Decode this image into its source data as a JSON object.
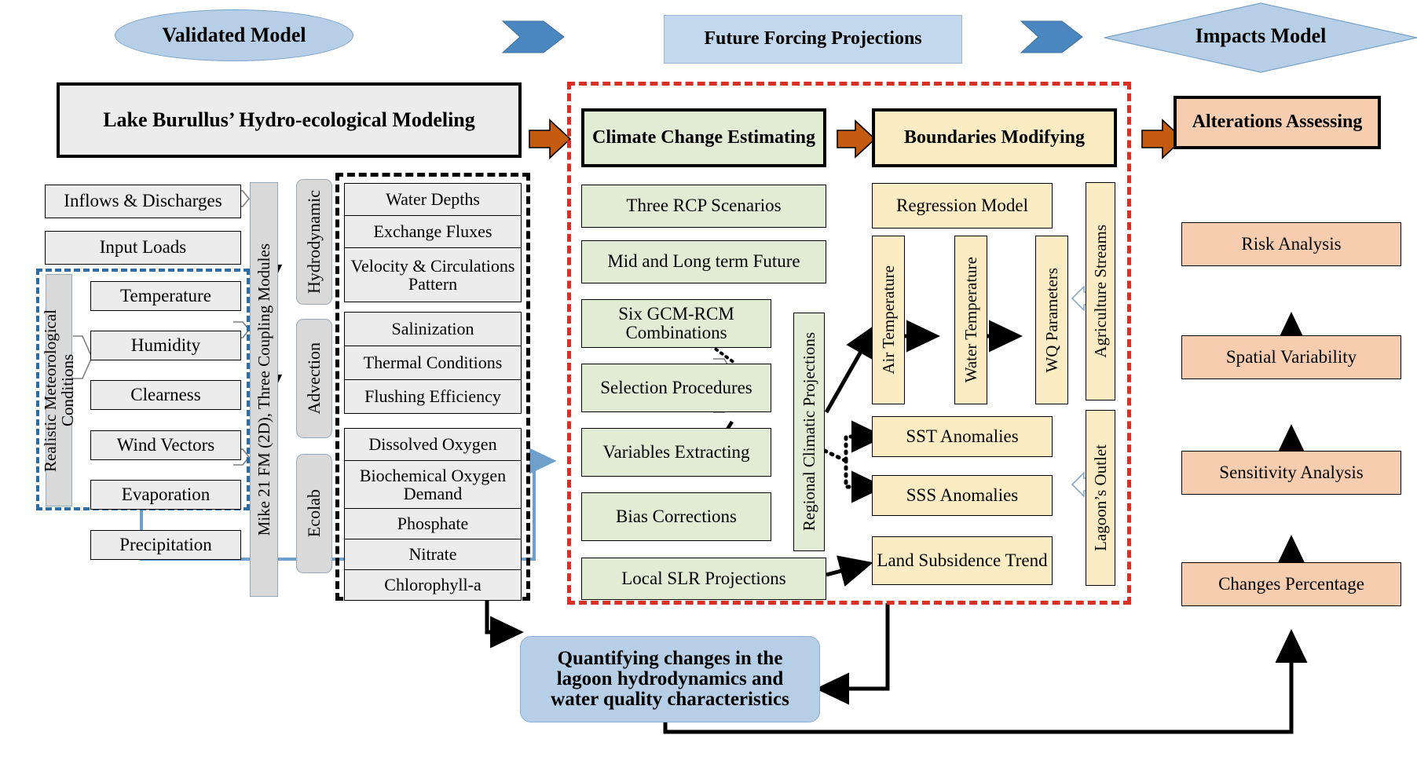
{
  "headers": {
    "validated_model": "Validated Model",
    "future_forcing": "Future Forcing Projections",
    "impacts_model": "Impacts Model"
  },
  "stage1": {
    "title": "Lake Burullus’ Hydro-ecological Modeling",
    "inputs": [
      {
        "label": "Inflows & Discharges"
      },
      {
        "label": "Input Loads"
      }
    ],
    "met_group_label": "Realistic Meteorological Conditions",
    "met_items": [
      {
        "label": "Temperature"
      },
      {
        "label": "Humidity"
      },
      {
        "label": "Clearness"
      },
      {
        "label": "Wind Vectors"
      },
      {
        "label": "Evaporation"
      },
      {
        "label": "Precipitation"
      }
    ],
    "engine_label": "Mike 21 FM (2D), Three Coupling Modules",
    "modules": [
      {
        "label": "Hydrodynamic"
      },
      {
        "label": "Advection"
      },
      {
        "label": "Ecolab"
      }
    ],
    "outputs_group1": [
      {
        "label": "Water Depths"
      },
      {
        "label": "Exchange Fluxes"
      },
      {
        "label": "Velocity & Circulations Pattern"
      }
    ],
    "outputs_group2": [
      {
        "label": "Salinization"
      },
      {
        "label": "Thermal Conditions"
      },
      {
        "label": "Flushing Efficiency"
      }
    ],
    "outputs_group3": [
      {
        "label": "Dissolved Oxygen"
      },
      {
        "label": "Biochemical Oxygen Demand"
      },
      {
        "label": "Phosphate"
      },
      {
        "label": "Nitrate"
      },
      {
        "label": "Chlorophyll-a"
      }
    ]
  },
  "stage2": {
    "title": "Climate Change Estimating",
    "items": [
      {
        "label": "Three RCP Scenarios"
      },
      {
        "label": "Mid and Long term Future"
      },
      {
        "label": "Six GCM-RCM Combinations"
      },
      {
        "label": "Selection Procedures"
      },
      {
        "label": "Variables Extracting"
      },
      {
        "label": "Bias Corrections"
      },
      {
        "label": "Local SLR Projections"
      }
    ],
    "side_label": "Regional Climatic Projections"
  },
  "stage3": {
    "title": "Boundaries Modifying",
    "regression_label": "Regression Model",
    "chain": [
      {
        "label": "Air Temperature"
      },
      {
        "label": "Water Temperature"
      },
      {
        "label": "WQ Parameters"
      }
    ],
    "side_labels": [
      {
        "label": "Agriculture Streams"
      },
      {
        "label": "Lagoon’s Outlet"
      }
    ],
    "anomalies": [
      {
        "label": "SST Anomalies"
      },
      {
        "label": "SSS Anomalies"
      },
      {
        "label": "Land Subsidence Trend"
      }
    ]
  },
  "stage4": {
    "title": "Alterations Assessing",
    "items": [
      {
        "label": "Risk Analysis"
      },
      {
        "label": "Spatial Variability"
      },
      {
        "label": "Sensitivity Analysis"
      },
      {
        "label": "Changes Percentage"
      }
    ]
  },
  "bottom": {
    "summary": "Quantifying changes in the lagoon hydrodynamics and water quality characteristics"
  },
  "colors": {
    "accent_blue": "#b6cfe6",
    "banner_blue": "#c3d8ec",
    "chevron_blue": "#4a86bf",
    "orange_arrow": "#c55a11",
    "red_dash": "#d93025",
    "grey_fill": "#ececec",
    "green_fill": "#e2ecd5",
    "yellow_fill": "#fcecc4",
    "peach_fill": "#f7cdb0",
    "light_blue_line": "#6f9fcb"
  }
}
